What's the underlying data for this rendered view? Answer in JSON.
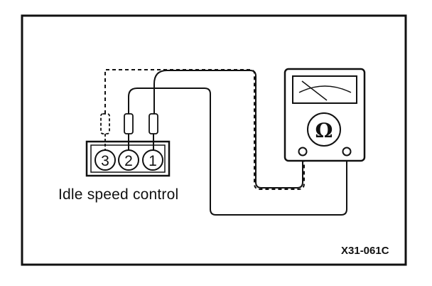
{
  "caption": "Idle speed control",
  "figure_code": "X31-061C",
  "meter": {
    "symbol": "Ω"
  },
  "pins": [
    "3",
    "2",
    "1"
  ],
  "colors": {
    "ink": "#111111",
    "background": "#ffffff"
  }
}
